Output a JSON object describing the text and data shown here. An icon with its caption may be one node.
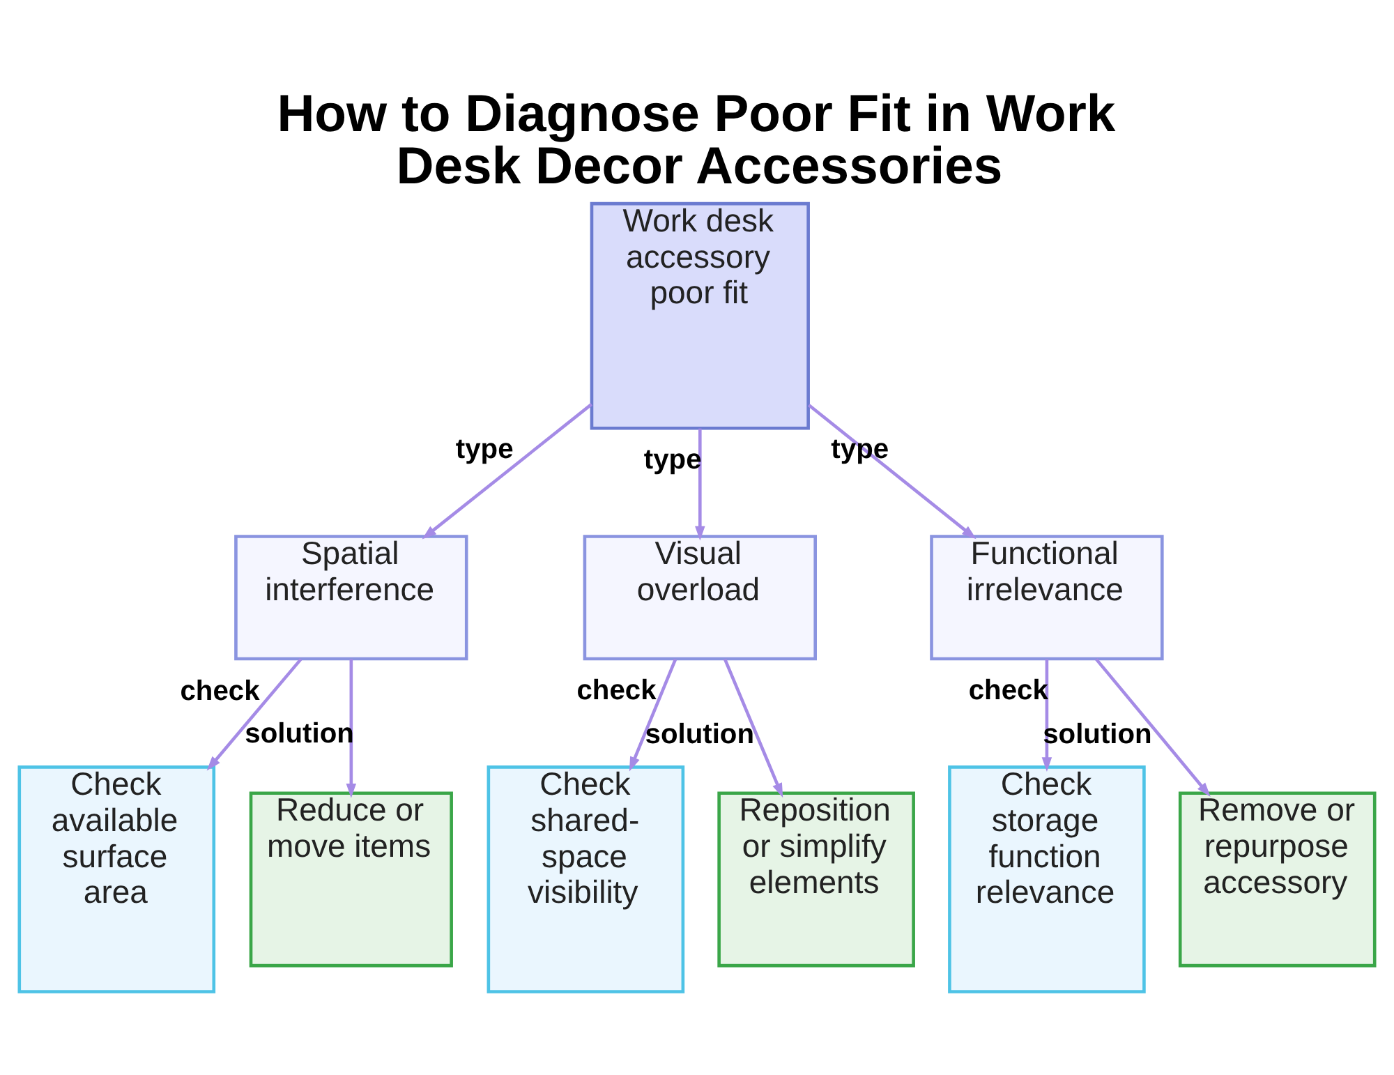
{
  "diagram": {
    "title": "How to Diagnose Poor Fit in Work Desk Decor Accessories",
    "nodes": [
      {
        "text": [
          "Work desk accessory poor fit"
        ]
      },
      {
        "text": [
          "Spatial interference"
        ]
      },
      {
        "text": [
          "Visual overload"
        ]
      },
      {
        "text": [
          "Functional irrelevance"
        ]
      },
      {
        "text": [
          "Check available surface area"
        ]
      },
      {
        "text": [
          "Reduce or move items"
        ]
      },
      {
        "text": [
          "Check shared-space visibility"
        ]
      },
      {
        "text": [
          "Reposition or simplify elements"
        ]
      },
      {
        "text": [
          "Check storage function relevance"
        ]
      },
      {
        "text": [
          "Remove or repurpose accessory"
        ]
      }
    ],
    "edges": [
      {
        "from": 0,
        "to": 1,
        "arrow": "to",
        "label": "type"
      },
      {
        "from": 0,
        "to": 2,
        "arrow": "to",
        "label": "type"
      },
      {
        "from": 0,
        "to": 3,
        "arrow": "to",
        "label": "type"
      },
      {
        "from": 1,
        "to": 4,
        "arrow": "to",
        "label": "check"
      },
      {
        "from": 1,
        "to": 5,
        "arrow": "to",
        "label": "solution"
      },
      {
        "from": 2,
        "to": 6,
        "arrow": "to",
        "label": "check"
      },
      {
        "from": 2,
        "to": 7,
        "arrow": "to",
        "label": "solution"
      },
      {
        "from": 3,
        "to": 8,
        "arrow": "to",
        "label": "check"
      },
      {
        "from": 3,
        "to": 9,
        "arrow": "to",
        "label": "solution"
      }
    ]
  }
}
